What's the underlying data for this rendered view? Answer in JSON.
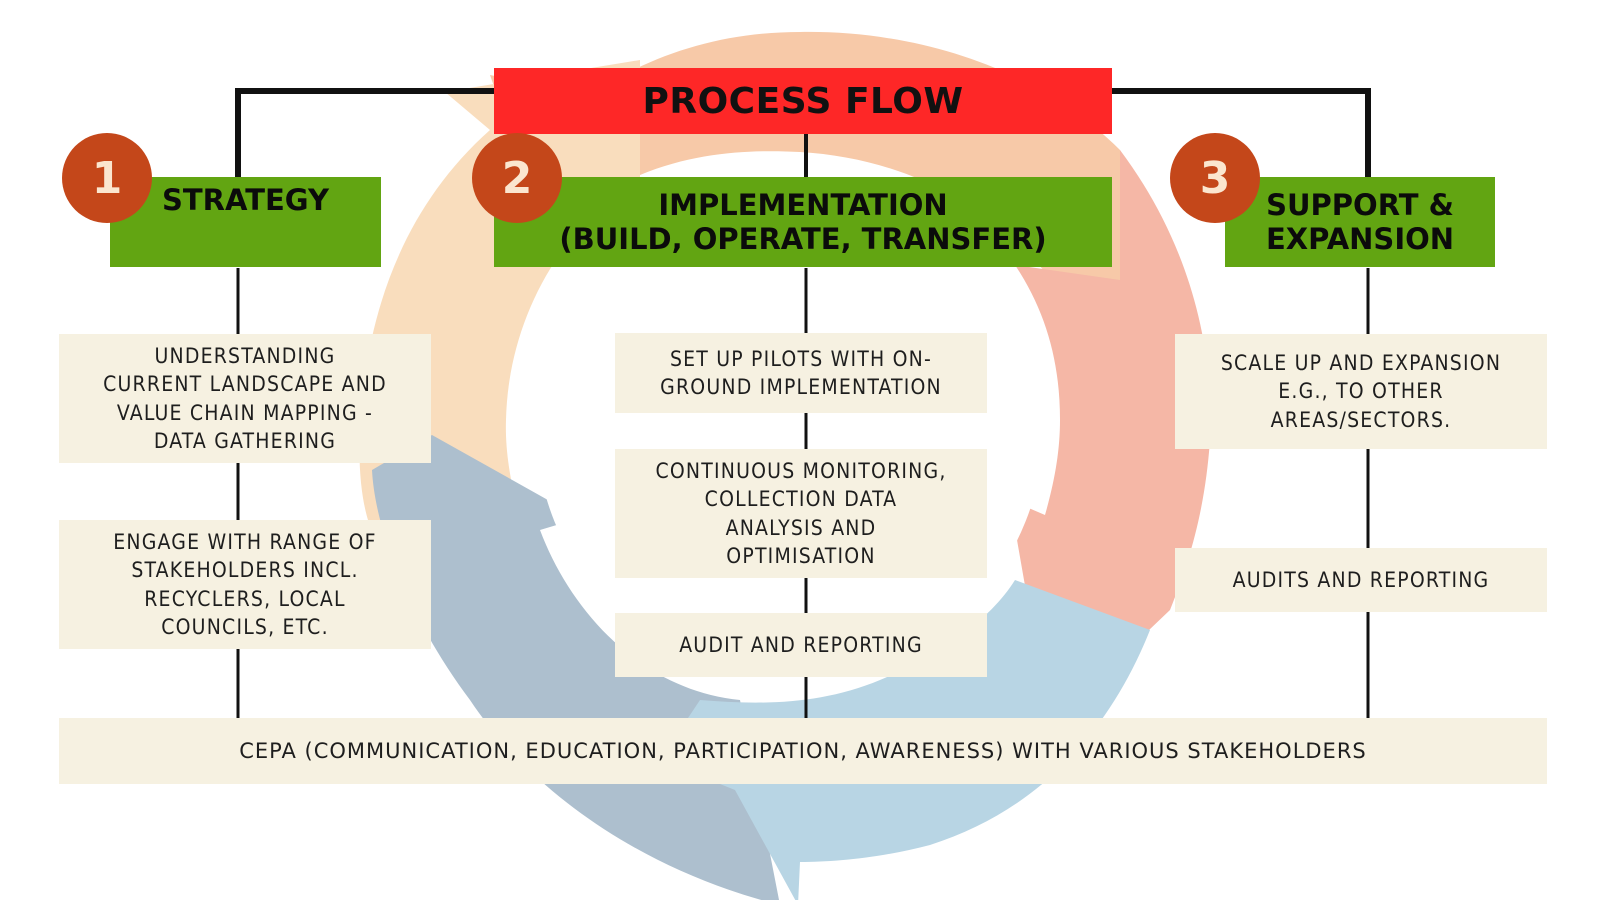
{
  "title": "PROCESS FLOW",
  "colors": {
    "title_bg": "#fe2727",
    "phase_bg": "#62a512",
    "badge_bg": "#c4471a",
    "badge_text": "#fbe6cf",
    "step_bg": "#f6f1e1",
    "arrow_peach": "#f7c9a8",
    "arrow_light_peach": "#f9ddbd",
    "arrow_salmon": "#f5b7a6",
    "arrow_steel_blue": "#adbfce",
    "arrow_light_blue": "#b8d5e4"
  },
  "phases": [
    {
      "number": "1",
      "title_lines": [
        "STRATEGY"
      ],
      "steps": [
        {
          "lines": [
            "UNDERSTANDING",
            "CURRENT LANDSCAPE AND",
            "VALUE CHAIN MAPPING -",
            "DATA GATHERING"
          ]
        },
        {
          "lines": [
            "ENGAGE WITH RANGE OF",
            "STAKEHOLDERS INCL.",
            "RECYCLERS, LOCAL",
            "COUNCILS, ETC."
          ]
        }
      ]
    },
    {
      "number": "2",
      "title_lines": [
        "IMPLEMENTATION",
        "(BUILD, OPERATE, TRANSFER)"
      ],
      "steps": [
        {
          "lines": [
            "SET UP PILOTS WITH ON-",
            "GROUND IMPLEMENTATION"
          ]
        },
        {
          "lines": [
            "CONTINUOUS MONITORING,",
            "COLLECTION DATA",
            "ANALYSIS AND",
            "OPTIMISATION"
          ]
        },
        {
          "lines": [
            "AUDIT AND REPORTING"
          ]
        }
      ]
    },
    {
      "number": "3",
      "title_lines": [
        "SUPPORT &",
        "EXPANSION"
      ],
      "steps": [
        {
          "lines": [
            "SCALE UP AND EXPANSION",
            "E.G., TO OTHER",
            "AREAS/SECTORS."
          ]
        },
        {
          "lines": [
            "AUDITS AND REPORTING"
          ]
        }
      ]
    }
  ],
  "footer": "CEPA (COMMUNICATION, EDUCATION, PARTICIPATION, AWARENESS) WITH VARIOUS STAKEHOLDERS"
}
